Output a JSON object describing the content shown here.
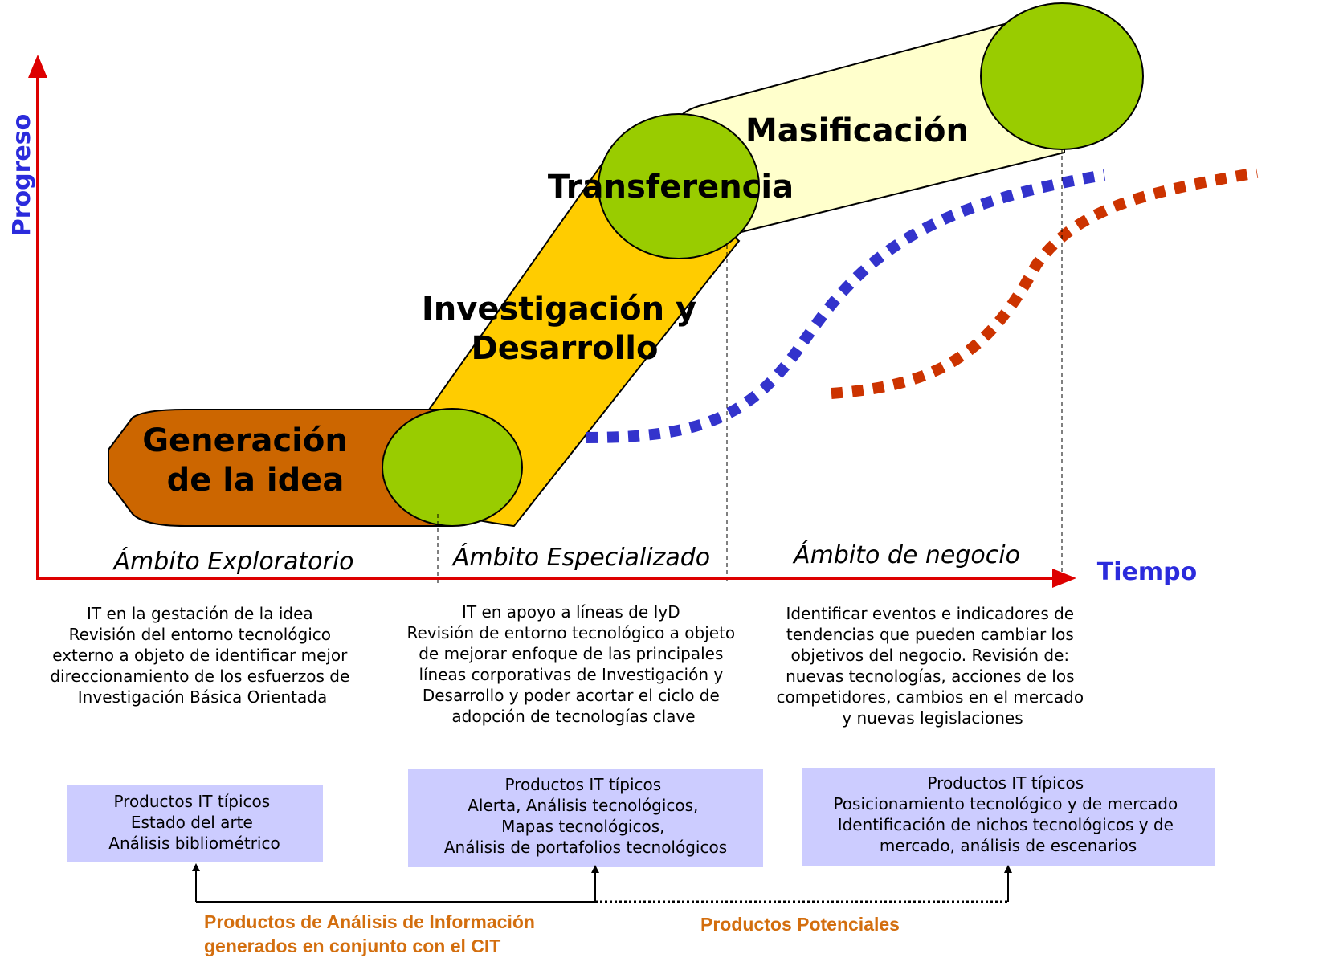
{
  "axes": {
    "y_label": "Progreso",
    "x_label": "Tiempo"
  },
  "stages": {
    "idea": [
      "Generación",
      "de la idea"
    ],
    "iyd": [
      "Investigación y",
      "Desarrollo"
    ],
    "transfer": "Transferencia",
    "mass": "Masificación"
  },
  "ambitos": {
    "exploratorio": "Ámbito Exploratorio",
    "especializado": "Ámbito Especializado",
    "negocio": "Ámbito de negocio"
  },
  "descriptions": {
    "exploratorio": [
      "IT en la gestación de la idea",
      "Revisión del entorno tecnológico",
      "externo a objeto de identificar mejor",
      "direccionamiento de los esfuerzos de",
      "Investigación Básica Orientada"
    ],
    "especializado": [
      "IT en apoyo a líneas de IyD",
      "Revisión de entorno tecnológico a objeto",
      "de mejorar enfoque de las principales",
      "líneas corporativas de Investigación y",
      "Desarrollo y poder acortar el ciclo de",
      "adopción de tecnologías clave"
    ],
    "negocio": [
      "Identificar eventos e indicadores de",
      "tendencias que pueden cambiar los",
      "objetivos del negocio.  Revisión de:",
      "nuevas tecnologías, acciones de los",
      "competidores, cambios en el mercado",
      "y nuevas legislaciones"
    ]
  },
  "products": {
    "exploratorio": [
      "Productos IT típicos",
      "Estado del arte",
      "Análisis bibliométrico"
    ],
    "especializado": [
      "Productos IT típicos",
      "Alerta, Análisis tecnológicos,",
      "Mapas tecnológicos,",
      "Análisis de portafolios tecnológicos"
    ],
    "negocio": [
      "Productos IT típicos",
      "Posicionamiento tecnológico y de mercado",
      "Identificación de nichos tecnológicos y de",
      "mercado, análisis de escenarios"
    ]
  },
  "bottom": {
    "generated": [
      "Productos de Análisis de Información",
      "generados en conjunto con el CIT"
    ],
    "potential": "Productos Potenciales"
  },
  "colors": {
    "axis": "#dd0000",
    "axis_label": "#2b2bdc",
    "idea_fill": "#cc6600",
    "iyd_fill": "#ffcc00",
    "mass_fill": "#ffffcc",
    "circle_fill": "#99cc00",
    "blue_curve": "#3333cc",
    "red_curve": "#cc3300",
    "product_box": "#ccccff",
    "bottom_label": "#d36e0e"
  }
}
